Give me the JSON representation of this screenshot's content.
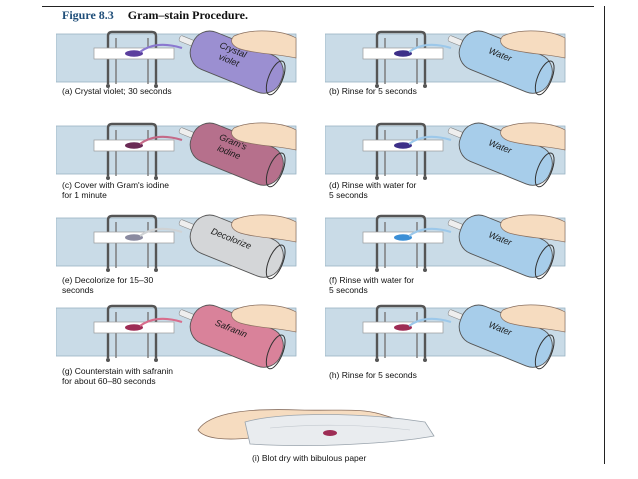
{
  "figure": {
    "number": "Figure 8.3",
    "title": "Gram–stain Procedure."
  },
  "panels": [
    {
      "id": "a",
      "caption": "(a) Crystal violet; 30 seconds",
      "bottle_label": "Crystal violet",
      "bottle_color": "#9b8fd1",
      "stream_color": "#8a78d0",
      "smear_color": "#5b3f9e"
    },
    {
      "id": "b",
      "caption": "(b) Rinse for 5 seconds",
      "bottle_label": "Water",
      "bottle_color": "#a7cdea",
      "stream_color": "#9cc8ea",
      "smear_color": "#3d2f88"
    },
    {
      "id": "c",
      "caption": "(c) Cover with Gram's iodine\nfor 1 minute",
      "bottle_label": "Gram's iodine",
      "bottle_color": "#b6708c",
      "stream_color": "#c46a88",
      "smear_color": "#6a2a55"
    },
    {
      "id": "d",
      "caption": "(d) Rinse with water for\n5 seconds",
      "bottle_label": "Water",
      "bottle_color": "#a7cdea",
      "stream_color": "#9cc8ea",
      "smear_color": "#3d2f88"
    },
    {
      "id": "e",
      "caption": "(e) Decolorize for 15–30\nseconds",
      "bottle_label": "Decolorize",
      "bottle_color": "#d4d6d8",
      "stream_color": "#cfd2d4",
      "smear_color": "#8a8aa0"
    },
    {
      "id": "f",
      "caption": "(f) Rinse with water for\n5 seconds",
      "bottle_label": "Water",
      "bottle_color": "#a7cdea",
      "stream_color": "#9cc8ea",
      "smear_color": "#3b8fd6"
    },
    {
      "id": "g",
      "caption": "(g) Counterstain with safranin\nfor about 60–80 seconds",
      "bottle_label": "Safranin",
      "bottle_color": "#d9829a",
      "stream_color": "#d86d8c",
      "smear_color": "#9e2d55"
    },
    {
      "id": "h",
      "caption": "(h) Rinse for 5 seconds",
      "bottle_label": "Water",
      "bottle_color": "#a7cdea",
      "stream_color": "#9cc8ea",
      "smear_color": "#9e2d55"
    }
  ],
  "blot": {
    "caption": "(i) Blot dry with bibulous paper",
    "smear_color": "#9e2d55"
  },
  "colors": {
    "sink": "#c9dbe7",
    "sink_edge": "#9ab3c4",
    "rack": "#555555",
    "hand": "#f6dcc0",
    "slide": "#ffffff"
  }
}
